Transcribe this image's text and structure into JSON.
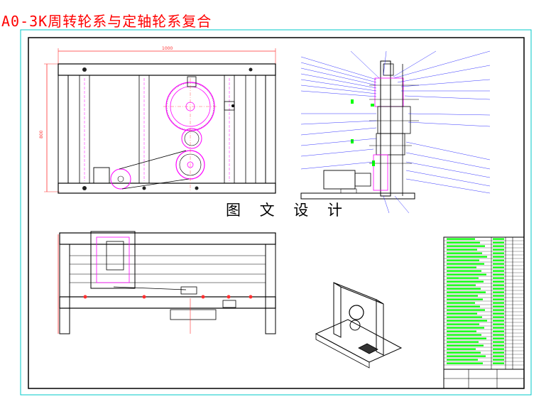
{
  "header": {
    "title": "A0-3K周转轮系与定轴轮系复合"
  },
  "drawing": {
    "caption": "图 文 设 计",
    "dimensions": {
      "width_label": "1000",
      "height_label": "800"
    },
    "colors": {
      "sheet_border": "#00c8c8",
      "frame": "#000000",
      "parts": "#ff00ff",
      "dimension": "#ff3030",
      "annotation": "#00ff00",
      "leader": "#0000ff"
    },
    "views": [
      "front-view",
      "side-view",
      "top-view",
      "isometric-view",
      "title-block"
    ]
  }
}
